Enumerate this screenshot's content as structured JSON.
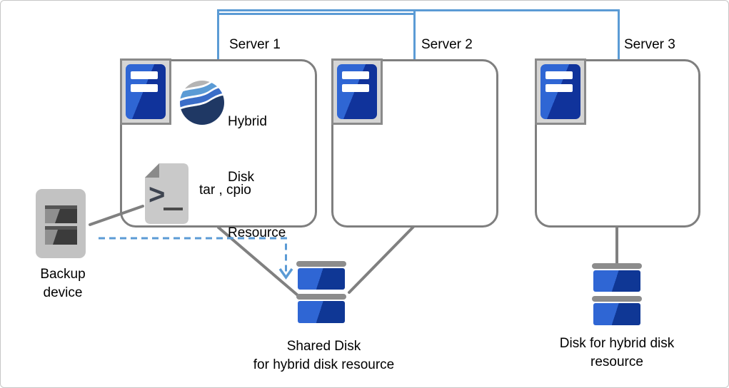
{
  "servers": [
    {
      "label": "Server 1"
    },
    {
      "label": "Server 2"
    },
    {
      "label": "Server 3"
    }
  ],
  "server1": {
    "resource_lines": [
      "Hybrid",
      "Disk",
      "Resource"
    ],
    "backup_tools_label": "tar , cpio",
    "file_icon_glyph": ">"
  },
  "backup_device": {
    "label_lines": [
      "Backup",
      "device"
    ]
  },
  "shared_disk": {
    "label_lines": [
      "Shared Disk",
      "for hybrid disk resource"
    ]
  },
  "hybrid_disk": {
    "label_lines": [
      "Disk for hybrid disk",
      "resource"
    ]
  },
  "colors": {
    "interconnect_blue": "#5B9BD5",
    "dashed_arrow_blue": "#5B9BD5",
    "box_border_gray": "#7F7F7F",
    "connector_gray": "#808080",
    "server_icon_blue_light": "#2F66D4",
    "server_icon_blue_dark": "#10339B",
    "disk_blue_light": "#2F66D4",
    "disk_blue_dark": "#0F3795",
    "wave_gray": "#B4B4B4",
    "wave_light_blue": "#5B9BD5",
    "wave_mid_blue": "#3A6DC8",
    "wave_navy": "#1F3864"
  }
}
